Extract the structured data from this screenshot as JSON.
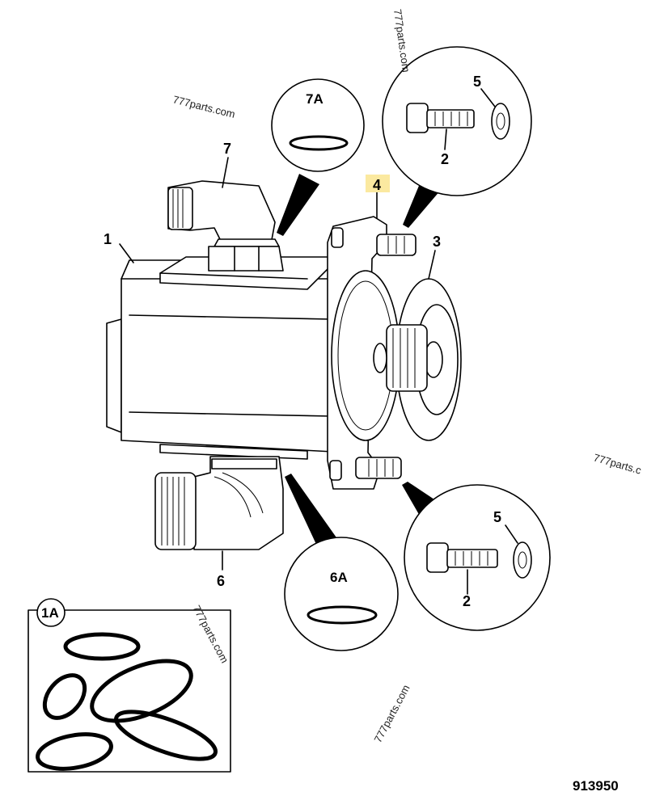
{
  "diagram": {
    "callouts": {
      "c1": "1",
      "c2a": "2",
      "c2b": "2",
      "c3": "3",
      "c4": "4",
      "c5a": "5",
      "c5b": "5",
      "c6": "6",
      "c6a": "6A",
      "c7": "7",
      "c7a": "7A",
      "c1a": "1A"
    },
    "watermarks": {
      "w1": "777parts.com",
      "w2": "777parts.com",
      "w3": "777parts.c",
      "w4": "777parts.com",
      "w5": "777parts.com"
    },
    "figure_number": "913950",
    "colors": {
      "highlight": "#fbe9a0",
      "line": "#000000",
      "background": "#ffffff"
    }
  }
}
